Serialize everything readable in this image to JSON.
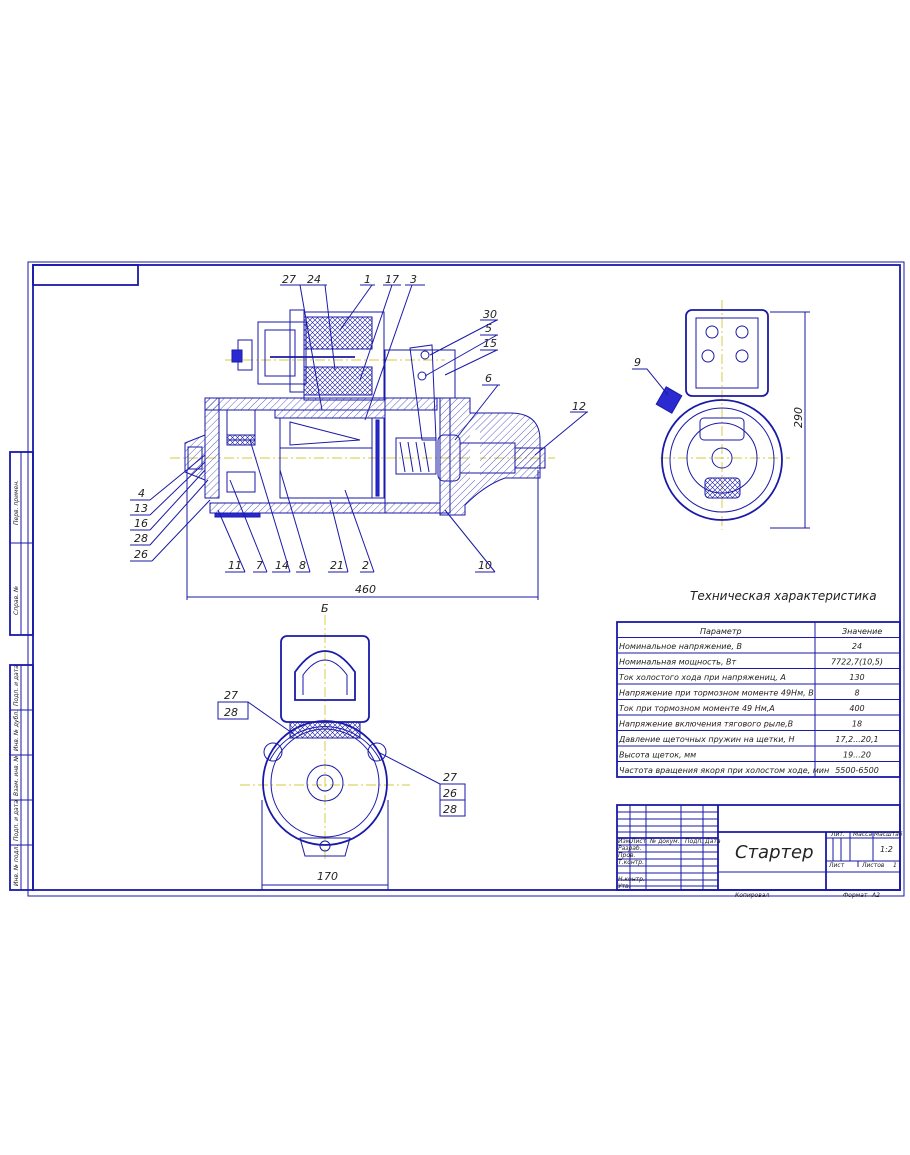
{
  "drawing": {
    "title": "Стартер",
    "scale": "1:2",
    "sheet_label": "Лист",
    "sheets_label": "Листов",
    "sheets_value": "1",
    "lit_label": "Лит.",
    "mass_label": "Масса",
    "scale_label": "Масштаб",
    "copied_label": "Копировал",
    "format_label": "Формат",
    "format_value": "A2"
  },
  "title_block_rows": {
    "header": [
      "Изм.",
      "Лист",
      "№ докум.",
      "Подп.",
      "Дата"
    ],
    "roles": [
      "Разраб.",
      "Пров.",
      "Т.контр.",
      "Н.контр.",
      "Утв."
    ]
  },
  "side_strip": {
    "top": [
      "Перв. примен.",
      "Справ. №"
    ],
    "bottom": [
      "Подп. и дата",
      "Инв. № дубл.",
      "Взам. инв. №",
      "Подп. и дата",
      "Инв. № подл."
    ]
  },
  "spec_table": {
    "title": "Техническая характеристика",
    "headers": [
      "Параметр",
      "Значение"
    ],
    "rows": [
      [
        "Номинальное напряжение, В",
        "24"
      ],
      [
        "Номинальная мощность, Вт",
        "7722,7(10,5)"
      ],
      [
        "Ток холостого хода при напряжениц, А",
        "130"
      ],
      [
        "Напряжение при тормозном моменте 49Нм, В",
        "8"
      ],
      [
        "Ток при тормозном моменте 49 Нм,А",
        "400"
      ],
      [
        "Напряжение включения тягового рыле,В",
        "18"
      ],
      [
        "Давление щеточных пружин на щетки, Н",
        "17,2...20,1"
      ],
      [
        "Высота щеток, мм",
        "19...20"
      ],
      [
        "Частота вращения якоря при холостом ходе, мин",
        "5500-6500"
      ]
    ]
  },
  "callouts_main": [
    "27",
    "24",
    "1",
    "17",
    "3",
    "30",
    "5",
    "15",
    "6",
    "12",
    "4",
    "13",
    "16",
    "28",
    "26",
    "11",
    "7",
    "14",
    "8",
    "21",
    "2",
    "10"
  ],
  "callouts_side": [
    "9"
  ],
  "callouts_bottom": [
    "27",
    "28",
    "27",
    "26",
    "28"
  ],
  "dimensions": {
    "main_length": "460",
    "side_height": "290",
    "bottom_width": "170"
  },
  "view_label": "Б"
}
